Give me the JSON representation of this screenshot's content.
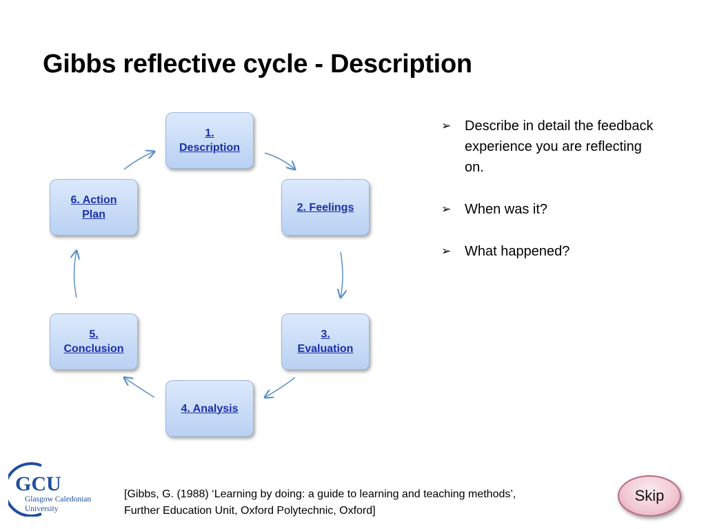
{
  "title": "Gibbs reflective cycle - Description",
  "cycle": {
    "steps": [
      {
        "label": "1.\nDescription",
        "line1": "1.",
        "line2": "Description"
      },
      {
        "label": "2. Feelings",
        "line1": "2. Feelings",
        "line2": ""
      },
      {
        "label": "3.\nEvaluation",
        "line1": "3.",
        "line2": "Evaluation"
      },
      {
        "label": "4. Analysis",
        "line1": "4. Analysis",
        "line2": ""
      },
      {
        "label": "5.\nConclusion",
        "line1": "5.",
        "line2": "Conclusion"
      },
      {
        "label": "6. Action\nPlan",
        "line1": "6. Action",
        "line2": "Plan"
      }
    ]
  },
  "bullets": [
    "Describe in detail the feedback experience you are reflecting on.",
    "When was it?",
    "What happened?"
  ],
  "bullet_glyph": "➢",
  "logo": {
    "mark": "GCU",
    "line1": "Glasgow Caledonian",
    "line2": "University"
  },
  "reference": {
    "line1": "[Gibbs, G. (1988) ‘Learning by doing: a guide to learning and teaching methods’,",
    "line2": "Further Education Unit, Oxford Polytechnic, Oxford]"
  },
  "skip_label": "Skip",
  "colors": {
    "link": "#1a2fa8",
    "box_fill_top": "#dce9fb",
    "box_fill_bottom": "#b9d1f3",
    "arrow": "#5b8fc7",
    "logo_blue": "#1f4e9c",
    "skip_fill": "#f1c8d4"
  }
}
